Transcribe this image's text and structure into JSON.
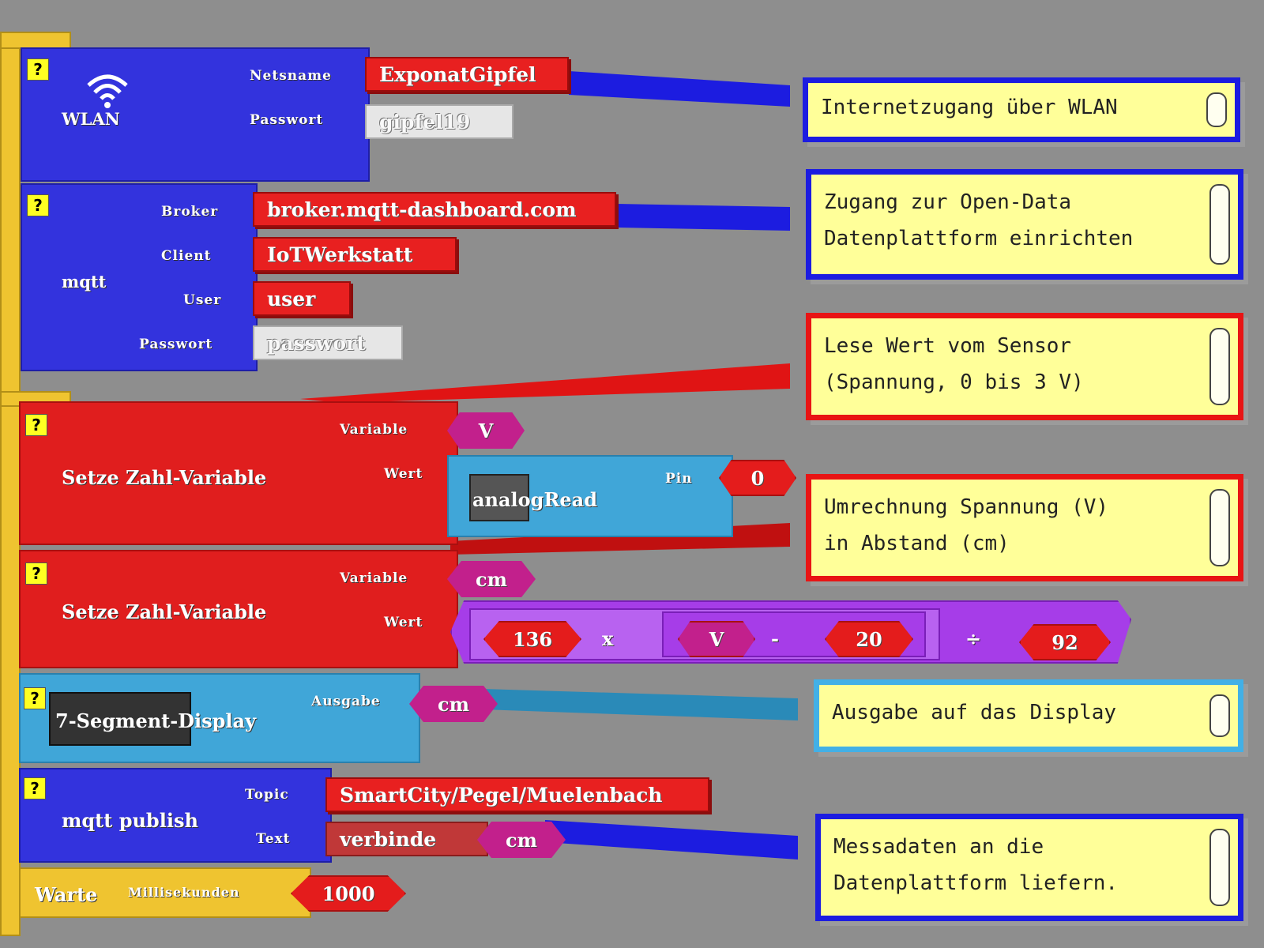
{
  "blocks": {
    "wlan": {
      "label": "WLAN",
      "ssid_label": "Netsname",
      "ssid": "ExponatGipfel",
      "pass_label": "Passwort",
      "pass": "gipfel19"
    },
    "mqtt": {
      "label": "mqtt",
      "broker_label": "Broker",
      "broker": "broker.mqtt-dashboard.com",
      "client_label": "Client",
      "client": "IoTWerkstatt",
      "user_label": "User",
      "user": "user",
      "pass_label": "Passwort",
      "pass": "passwort"
    },
    "set_v": {
      "label": "Setze Zahl-Variable",
      "var_label": "Variable",
      "var": "V",
      "val_label": "Wert",
      "fn": "analogRead",
      "pin_label": "Pin",
      "pin": "0"
    },
    "set_cm": {
      "label": "Setze Zahl-Variable",
      "var_label": "Variable",
      "var": "cm",
      "val_label": "Wert",
      "n1": "136",
      "op_mul": "x",
      "v": "V",
      "op_sub": "-",
      "n2": "20",
      "op_div": "÷",
      "n3": "92"
    },
    "display": {
      "label": "7-Segment-Display",
      "out_label": "Ausgabe",
      "out": "cm"
    },
    "publish": {
      "label": "mqtt publish",
      "topic_label": "Topic",
      "topic": "SmartCity/Pegel/Muelenbach",
      "text_label": "Text",
      "text": "verbinde",
      "text_var": "cm"
    },
    "wait": {
      "label": "Warte",
      "unit_label": "Millisekunden",
      "value": "1000"
    },
    "help": "?"
  },
  "notes": {
    "wlan": [
      "Internetzugang über WLAN"
    ],
    "mqtt": [
      "Zugang zur Open-Data",
      "Datenplattform einrichten"
    ],
    "sensor": [
      "Lese Wert vom Sensor",
      "(Spannung, 0 bis 3 V)"
    ],
    "convert": [
      "Umrechnung Spannung (V)",
      "in Abstand (cm)"
    ],
    "display": [
      "Ausgabe auf das Display"
    ],
    "publish": [
      "Messadaten an die",
      "Datenplattform liefern."
    ]
  },
  "colors": {
    "background": "#8e8e8e",
    "blue": "#3333dd",
    "red": "#e01e1e",
    "cyan": "#40a6d8",
    "purple": "#a63de8",
    "gold": "#efc430",
    "note": "#ffff99"
  }
}
